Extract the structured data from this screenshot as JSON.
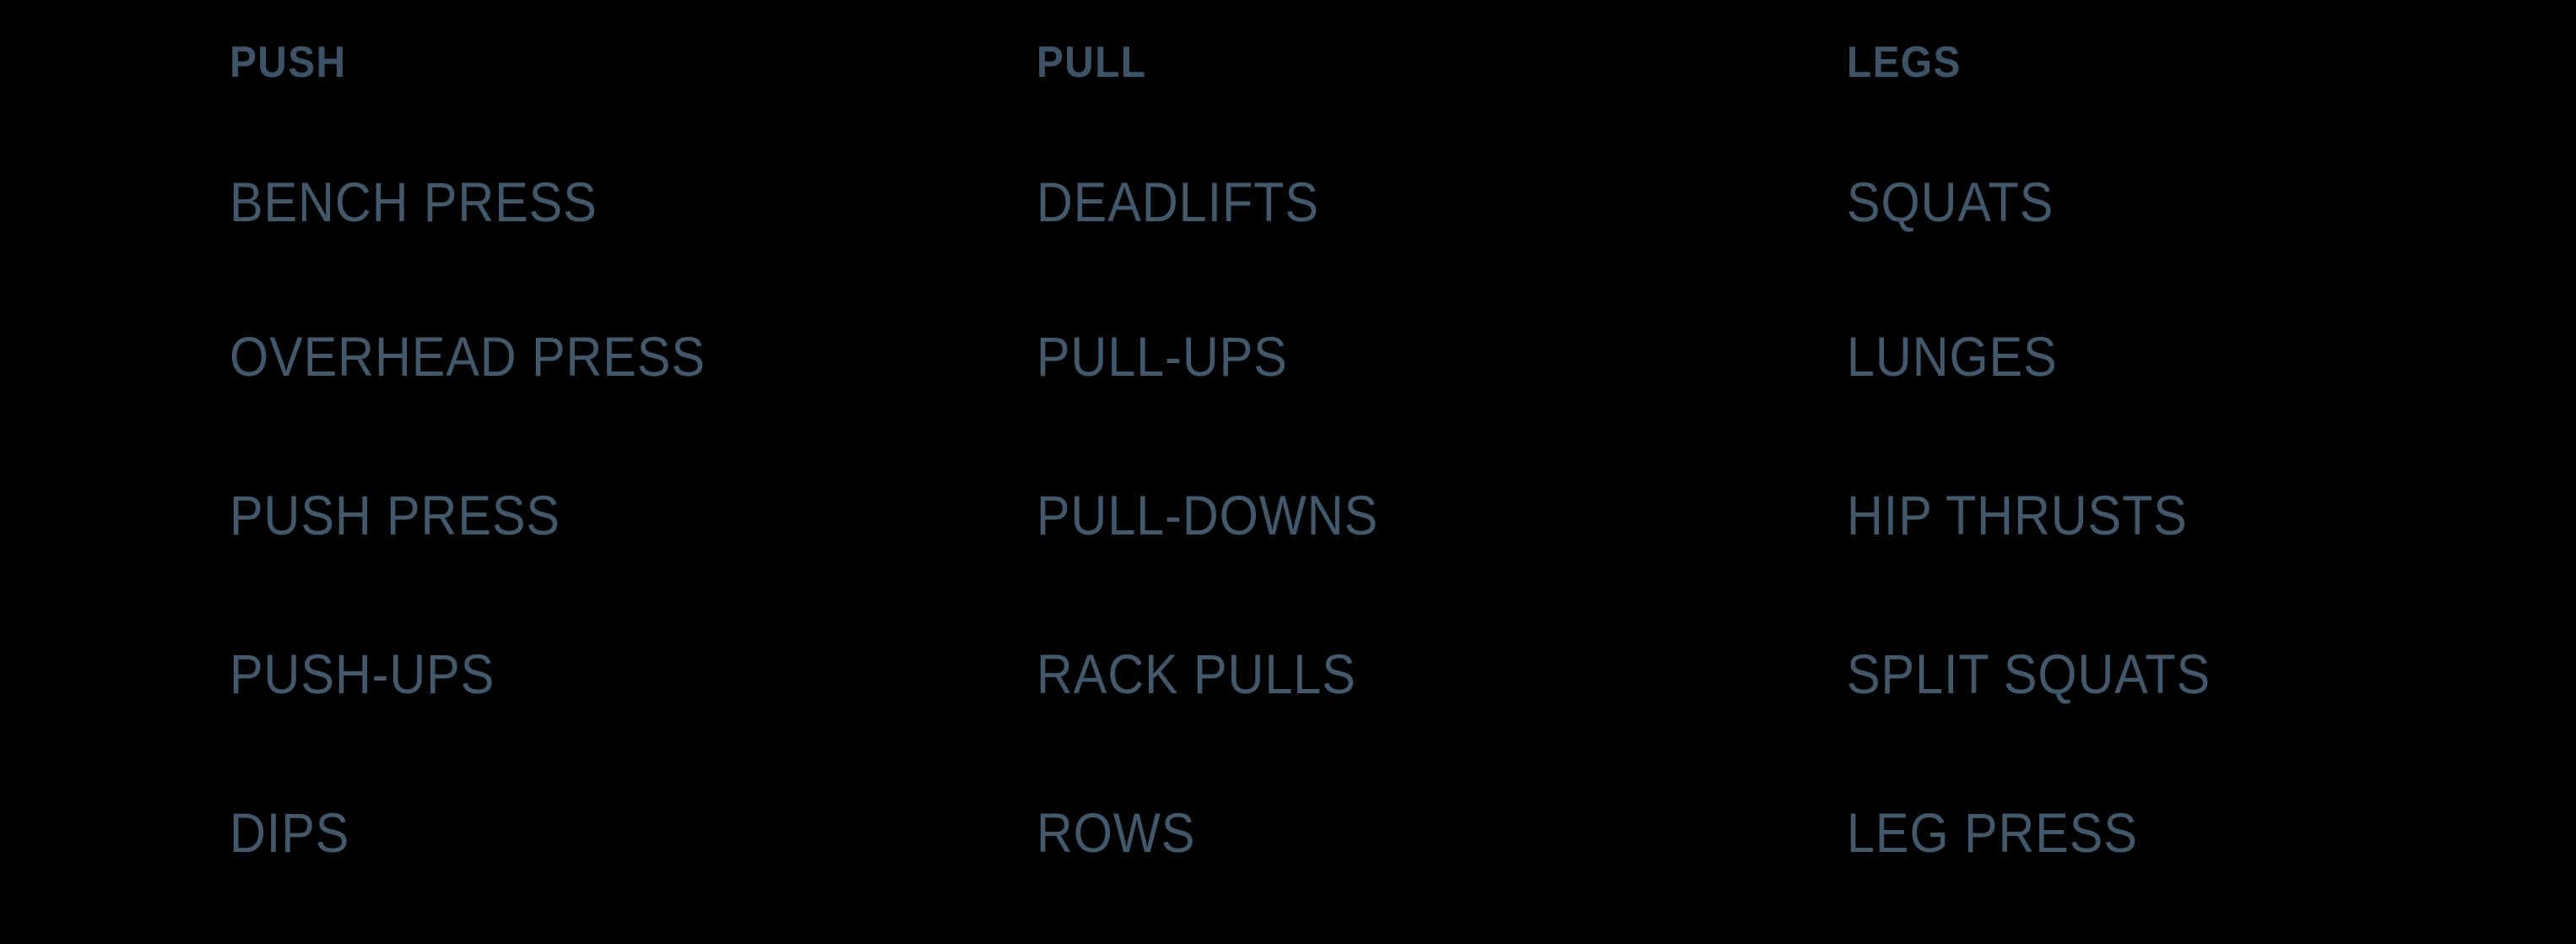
{
  "board": {
    "background_color": "#000000",
    "header_color": "#3e5366",
    "item_color": "#43586b"
  },
  "columns": [
    {
      "header": "PUSH",
      "items": [
        "BENCH PRESS",
        "OVERHEAD PRESS",
        "PUSH PRESS",
        "PUSH-UPS",
        "DIPS"
      ]
    },
    {
      "header": "PULL",
      "items": [
        "DEADLIFTS",
        "PULL-UPS",
        "PULL-DOWNS",
        "RACK PULLS",
        "ROWS"
      ]
    },
    {
      "header": "LEGS",
      "items": [
        "SQUATS",
        "LUNGES",
        "HIP THRUSTS",
        "SPLIT SQUATS",
        "LEG PRESS"
      ]
    }
  ]
}
